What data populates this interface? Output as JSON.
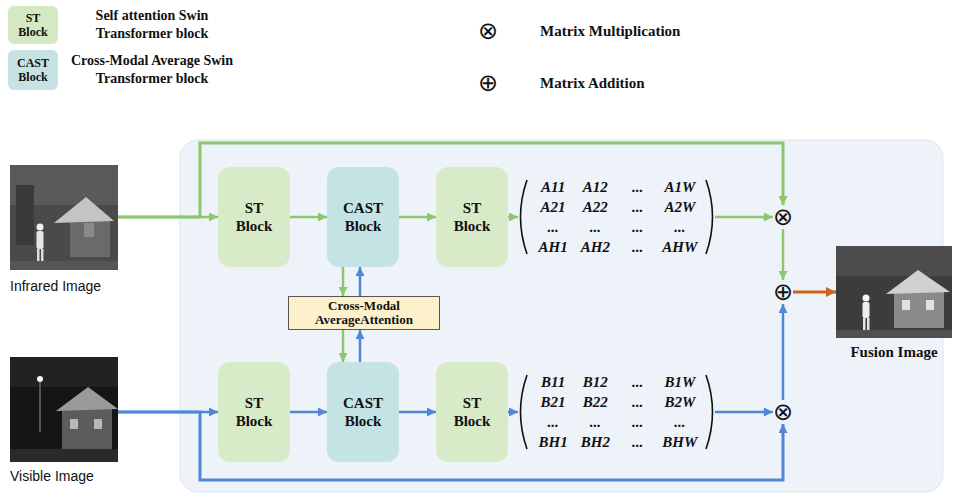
{
  "diagram": {
    "nodes": [
      {
        "text": [
          "Infrared Image"
        ]
      },
      {
        "text": [
          "ST Block"
        ]
      },
      {
        "text": [
          "CAST Block"
        ]
      },
      {
        "text": [
          "ST Block"
        ]
      },
      {
        "text": [
          "A11",
          "A12",
          "...",
          "A1W",
          "A21",
          "A22",
          "...",
          "A2W",
          "...",
          "...",
          "...",
          "...",
          "AH1",
          "AH2",
          "...",
          "AHW"
        ]
      },
      {
        "text": [
          "⊗"
        ]
      },
      {
        "text": [
          "Cross-Modal AverageAttention"
        ]
      },
      {
        "text": [
          "⊕"
        ]
      },
      {
        "text": [
          "Fusion Image"
        ]
      },
      {
        "text": [
          "Visible Image"
        ]
      },
      {
        "text": [
          "ST Block"
        ]
      },
      {
        "text": [
          "CAST Block"
        ]
      },
      {
        "text": [
          "ST Block"
        ]
      },
      {
        "text": [
          "B11",
          "B12",
          "...",
          "B1W",
          "B21",
          "B22",
          "...",
          "B2W",
          "...",
          "...",
          "...",
          "...",
          "BH1",
          "BH2",
          "...",
          "BHW"
        ]
      },
      {
        "text": [
          "⊗"
        ]
      }
    ],
    "edges": [
      {
        "from": 0,
        "to": 1,
        "arrow": "to"
      },
      {
        "from": 0,
        "to": 5,
        "arrow": "to"
      },
      {
        "from": 1,
        "to": 2,
        "arrow": "to"
      },
      {
        "from": 2,
        "to": 3,
        "arrow": "to"
      },
      {
        "from": 3,
        "to": 4,
        "arrow": "to"
      },
      {
        "from": 4,
        "to": 5,
        "arrow": "to"
      },
      {
        "from": 5,
        "to": 7,
        "arrow": "to"
      },
      {
        "from": 2,
        "to": 6,
        "arrow": "to"
      },
      {
        "from": 6,
        "to": 2,
        "arrow": "to"
      },
      {
        "from": 6,
        "to": 11,
        "arrow": "to"
      },
      {
        "from": 11,
        "to": 6,
        "arrow": "to"
      },
      {
        "from": 9,
        "to": 10,
        "arrow": "to"
      },
      {
        "from": 9,
        "to": 14,
        "arrow": "to"
      },
      {
        "from": 10,
        "to": 11,
        "arrow": "to"
      },
      {
        "from": 11,
        "to": 12,
        "arrow": "to"
      },
      {
        "from": 12,
        "to": 13,
        "arrow": "to"
      },
      {
        "from": 13,
        "to": 14,
        "arrow": "to"
      },
      {
        "from": 14,
        "to": 7,
        "arrow": "to"
      },
      {
        "from": 7,
        "to": 8,
        "arrow": "to"
      }
    ],
    "labels": [
      "ST Block",
      "CAST Block",
      "⊗",
      "⊕"
    ],
    "legend": [
      {
        "text": "Self attention Swin Transformer block",
        "color": "#d5e8c4"
      },
      {
        "text": "Cross-Modal Average Swin Transformer block",
        "color": "#c6e2e2"
      },
      {
        "text": "Matrix Multiplication"
      },
      {
        "text": "Matrix Addition"
      }
    ]
  }
}
